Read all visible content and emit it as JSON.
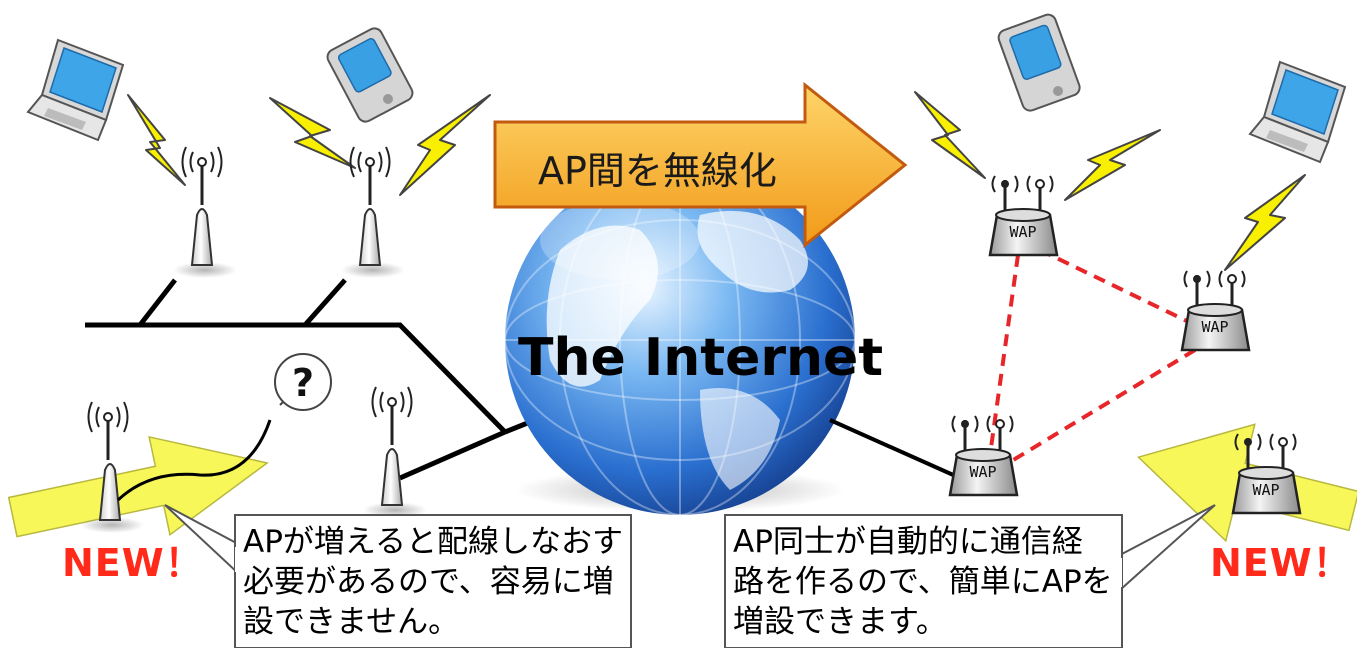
{
  "banner": {
    "text": "AP間を無線化"
  },
  "globe": {
    "label": "The Internet"
  },
  "left": {
    "new_label": "NEW！",
    "question": "?",
    "callout": "APが増えると配線しなおす\n必要があるので、容易に増\n設できません。"
  },
  "right": {
    "new_label": "NEW！",
    "callout": "AP同士が自動的に通信経\n路を作るので、簡単にAPを\n増設できます。",
    "wap_labels": [
      "WAP",
      "WAP",
      "WAP",
      "WAP"
    ]
  },
  "colors": {
    "arrow_orange": "#f6b52b",
    "arrow_yellow": "#f7f75a",
    "bolt": "#f8f000",
    "new_red": "#ff2a1a",
    "mesh_link": "#e8262a",
    "globe_blue": "#2f7fd8"
  }
}
